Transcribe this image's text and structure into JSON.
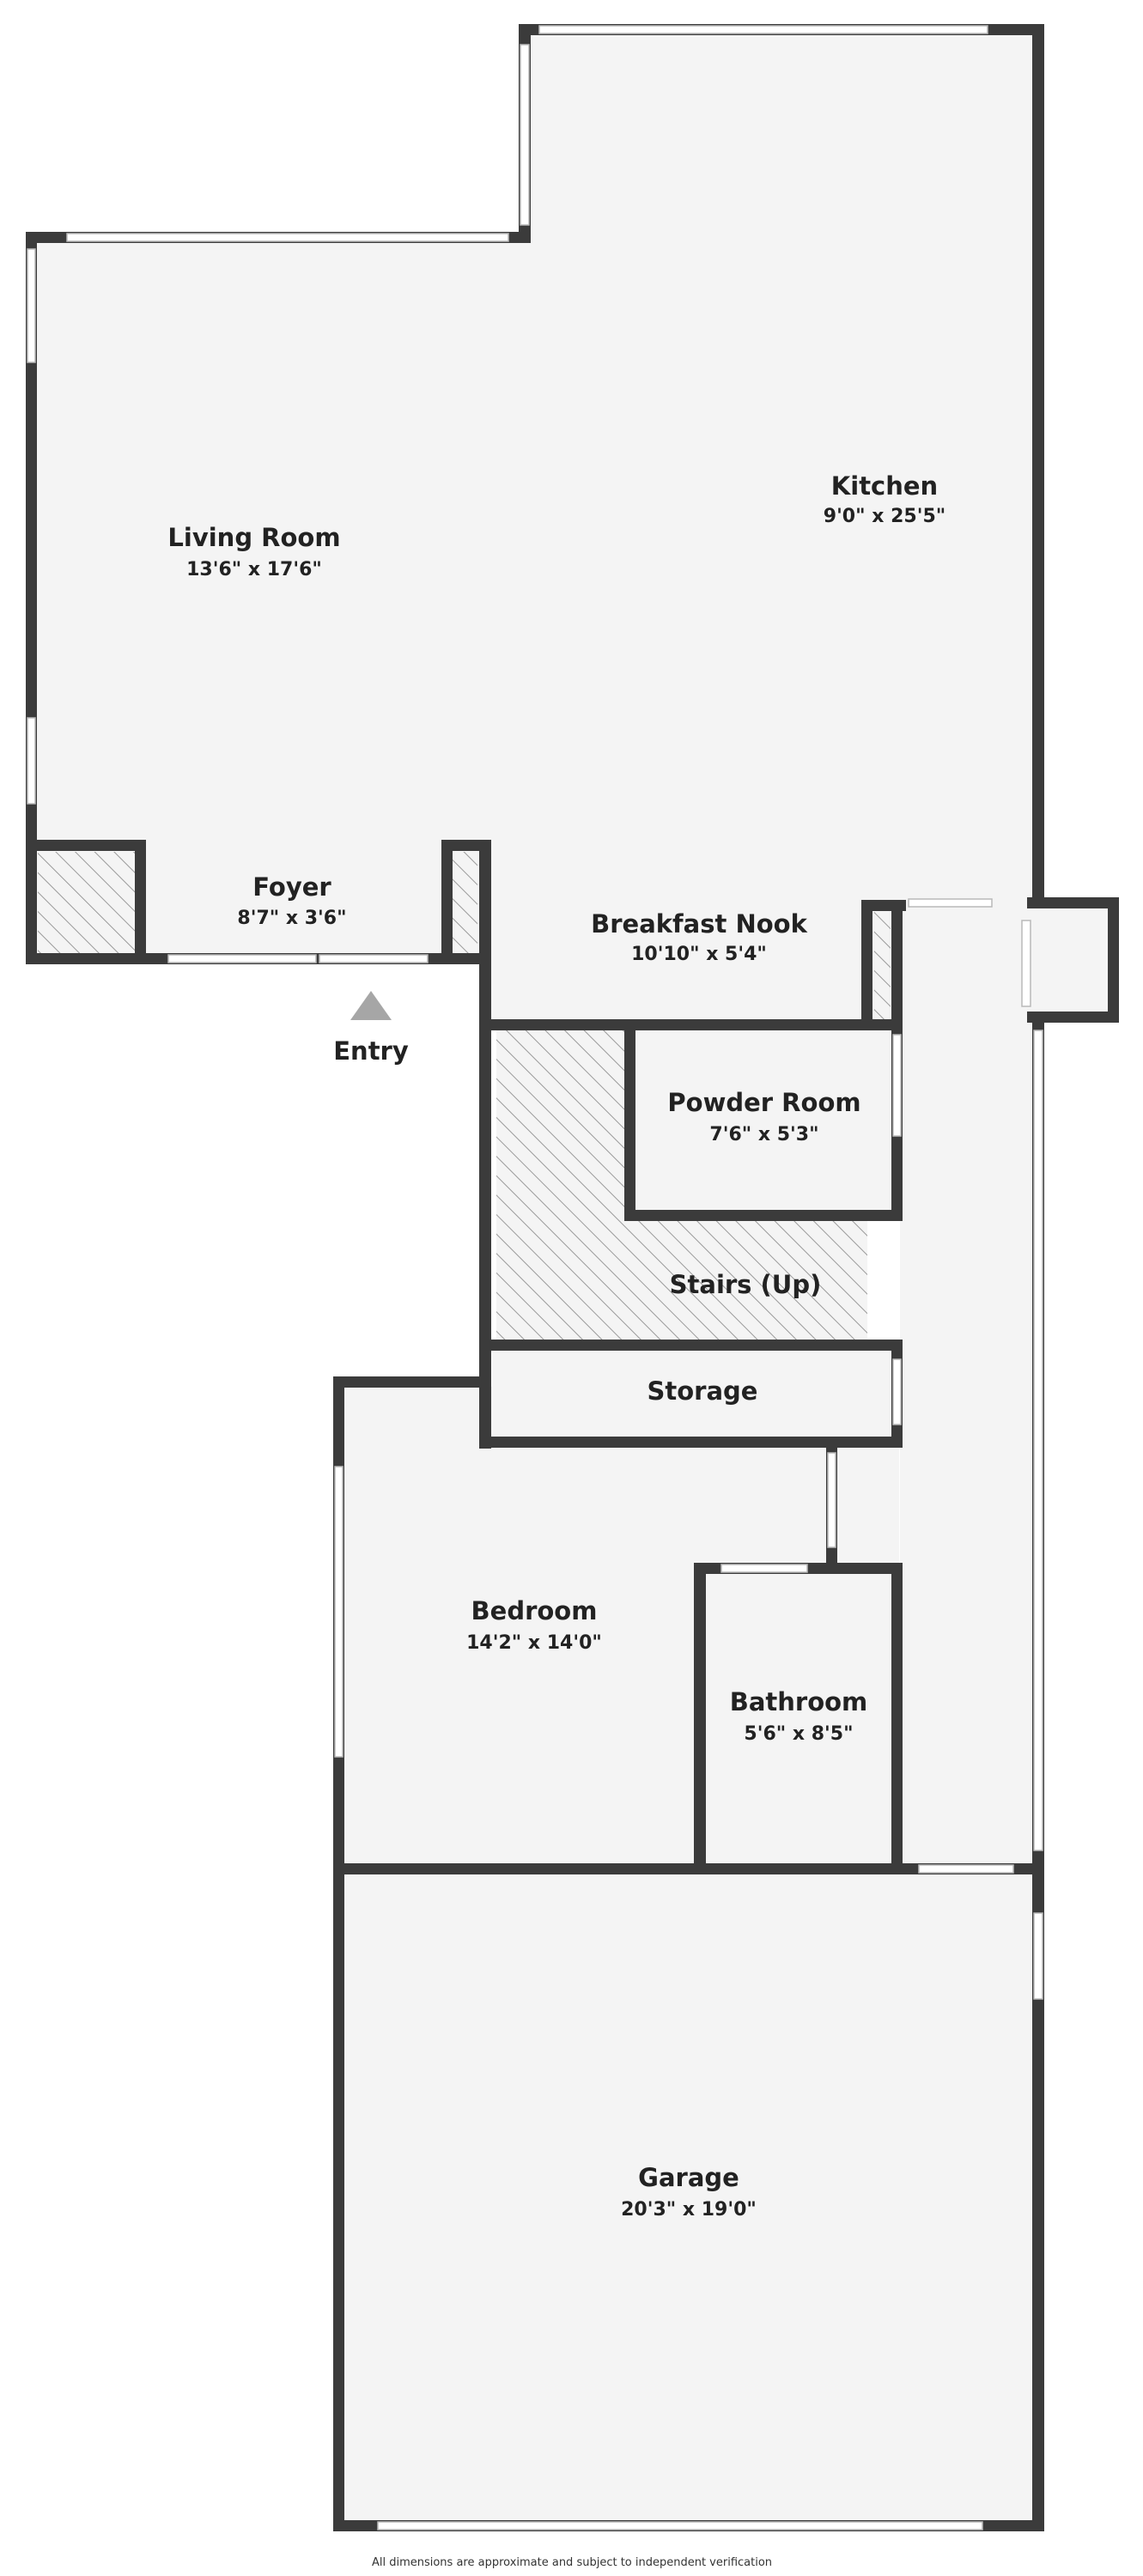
{
  "rooms": {
    "living_room": {
      "name": "Living Room",
      "dims": "13'6\" x 17'6\""
    },
    "kitchen": {
      "name": "Kitchen",
      "dims": "9'0\" x 25'5\""
    },
    "foyer": {
      "name": "Foyer",
      "dims": "8'7\" x 3'6\""
    },
    "breakfast_nook": {
      "name": "Breakfast Nook",
      "dims": "10'10\" x 5'4\""
    },
    "powder_room": {
      "name": "Powder Room",
      "dims": "7'6\" x 5'3\""
    },
    "stairs": {
      "name": "Stairs (Up)"
    },
    "storage": {
      "name": "Storage"
    },
    "bedroom": {
      "name": "Bedroom",
      "dims": "14'2\" x 14'0\""
    },
    "bathroom": {
      "name": "Bathroom",
      "dims": "5'6\" x 8'5\""
    },
    "garage": {
      "name": "Garage",
      "dims": "20'3\" x 19'0\""
    }
  },
  "entry": {
    "label": "Entry"
  },
  "footer": {
    "disclaimer": "All dimensions are approximate and subject to independent verification"
  },
  "colors": {
    "wall": "#3b3b3b",
    "floor": "#f4f4f4",
    "hatch": "#9a9a9a",
    "entry_marker": "#a6a6a6"
  }
}
